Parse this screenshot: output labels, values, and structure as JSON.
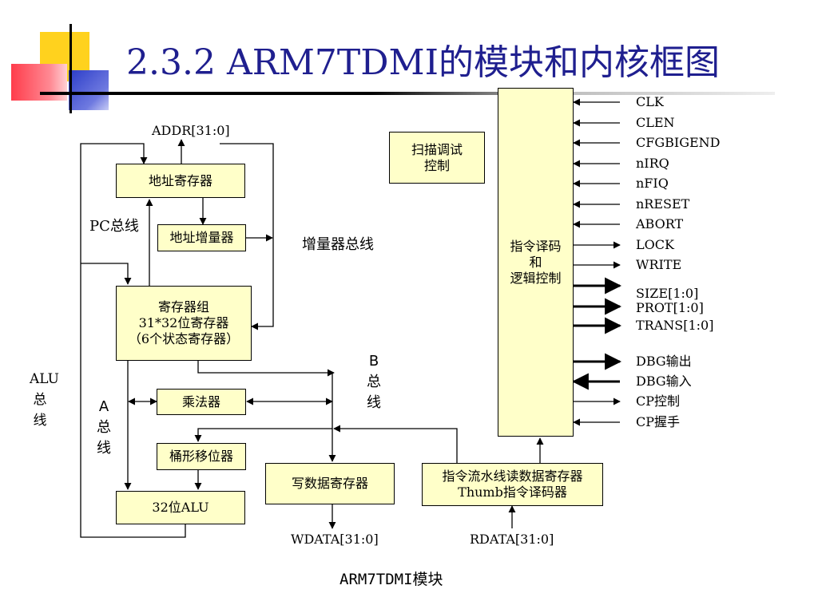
{
  "slide": {
    "title": "2.3.2  ARM7TDMI的模块和内核框图",
    "caption": "ARM7TDMI模块"
  },
  "boxes": {
    "addr_reg": "地址寄存器",
    "addr_inc": "地址增量器",
    "reg_bank_1": "寄存器组",
    "reg_bank_2": "31*32位寄存器",
    "reg_bank_3": "（6个状态寄存器）",
    "multiplier": "乘法器",
    "barrel": "桶形移位器",
    "alu": "32位ALU",
    "write_data": "写数据寄存器",
    "pipeline_1": "指令流水线读数据寄存器",
    "pipeline_2": "Thumb指令译码器",
    "scan_1": "扫描调试",
    "scan_2": "控制",
    "decode_1": "指令译码",
    "decode_2": "和",
    "decode_3": "逻辑控制"
  },
  "labels": {
    "addr_bus": "ADDR[31:0]",
    "pc_bus": "PC总线",
    "inc_bus": "增量器总线",
    "alu_bus": [
      "ALU",
      "总",
      "线"
    ],
    "a_bus": [
      "A",
      "总",
      "线"
    ],
    "b_bus": [
      "B",
      "总",
      "线"
    ],
    "wdata": "WDATA[31:0]",
    "rdata": "RDATA[31:0]"
  },
  "signals": [
    {
      "name": "CLK",
      "dir": "in"
    },
    {
      "name": "CLEN",
      "dir": "in"
    },
    {
      "name": "CFGBIGEND",
      "dir": "in"
    },
    {
      "name": "nIRQ",
      "dir": "in"
    },
    {
      "name": "nFIQ",
      "dir": "in"
    },
    {
      "name": "nRESET",
      "dir": "in"
    },
    {
      "name": "ABORT",
      "dir": "in"
    },
    {
      "name": "LOCK",
      "dir": "out"
    },
    {
      "name": "WRITE",
      "dir": "out"
    },
    {
      "name": "SIZE[1:0]",
      "dir": "out"
    },
    {
      "name": "PROT[1:0]",
      "dir": "out"
    },
    {
      "name": "TRANS[1:0]",
      "dir": "out"
    },
    {
      "name": "DBG输出",
      "dir": "out"
    },
    {
      "name": "DBG输入",
      "dir": "in"
    },
    {
      "name": "CP控制",
      "dir": "out"
    },
    {
      "name": "CP握手",
      "dir": "in"
    }
  ],
  "colors": {
    "title": "#1f1f8f",
    "box_fill": "#ffffc9",
    "deco_yellow": "#ffd21e",
    "deco_blue": "#2b3cc8",
    "deco_red": "#ff3c4b"
  }
}
